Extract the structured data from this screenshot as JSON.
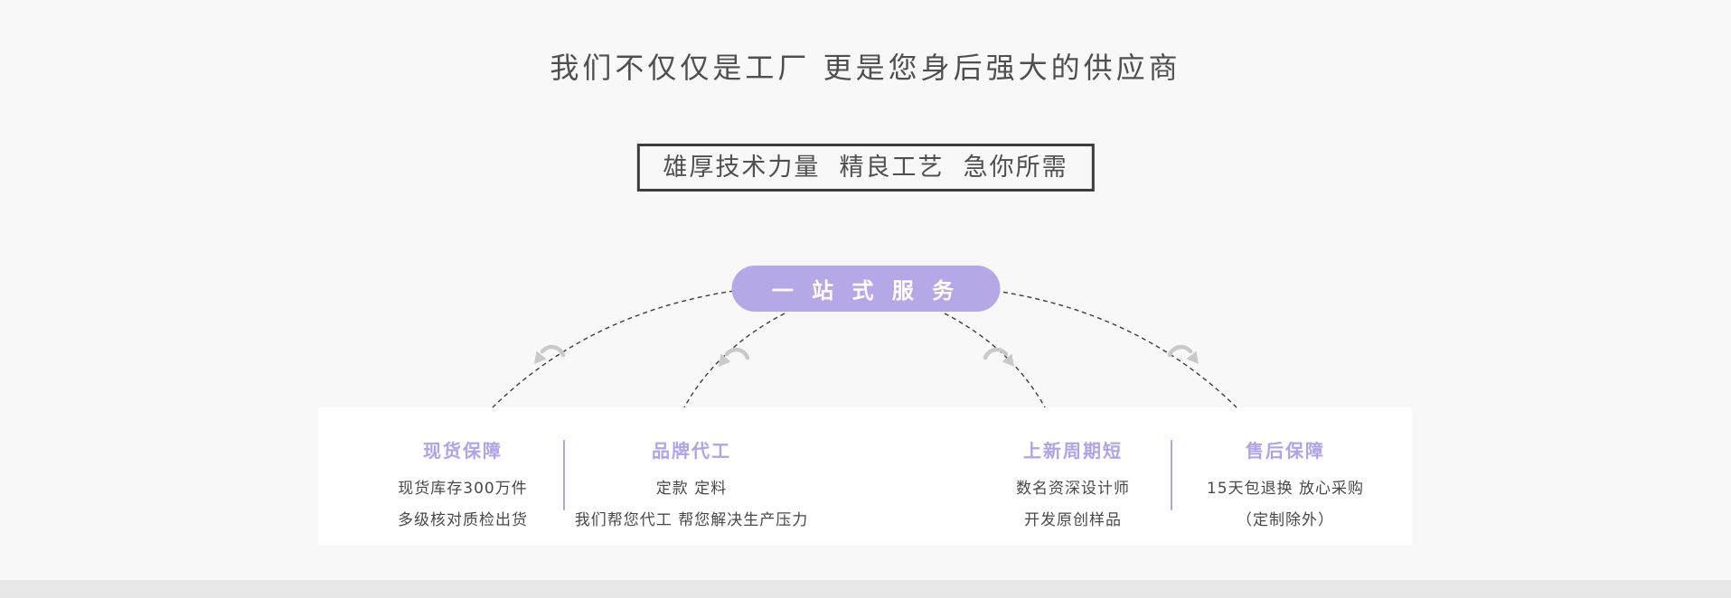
{
  "header": {
    "title": "我们不仅仅是工厂 更是您身后强大的供应商",
    "subtitle": "雄厚技术力量  精良工艺  急你所需"
  },
  "hub": {
    "pill_label": "一 站 式 服 务"
  },
  "features": [
    {
      "title": "现货保障",
      "lines": [
        "现货库存300万件",
        "多级核对质检出货"
      ]
    },
    {
      "title": "品牌代工",
      "lines": [
        "定款 定料",
        "我们帮您代工 帮您解决生产压力"
      ]
    },
    {
      "title": "上新周期短",
      "lines": [
        "数名资深设计师",
        "开发原创样品"
      ]
    },
    {
      "title": "售后保障",
      "lines": [
        "15天包退换 放心采购",
        "（定制除外）"
      ]
    }
  ],
  "icons": {
    "connector_arrow": "curved-arrow"
  },
  "colors": {
    "page_bg": "#f8f8f8",
    "footer_bg": "#e7e7e7",
    "panel_bg": "#ffffff",
    "pill_purple": "#b6a8e7",
    "heading_purple": "#b1a2ea",
    "divider_purple": "#b3a6e8",
    "text_dark": "#4f4f4f",
    "dash_line": "#3c3c3c",
    "arrow_gray": "#c9c9c9"
  }
}
